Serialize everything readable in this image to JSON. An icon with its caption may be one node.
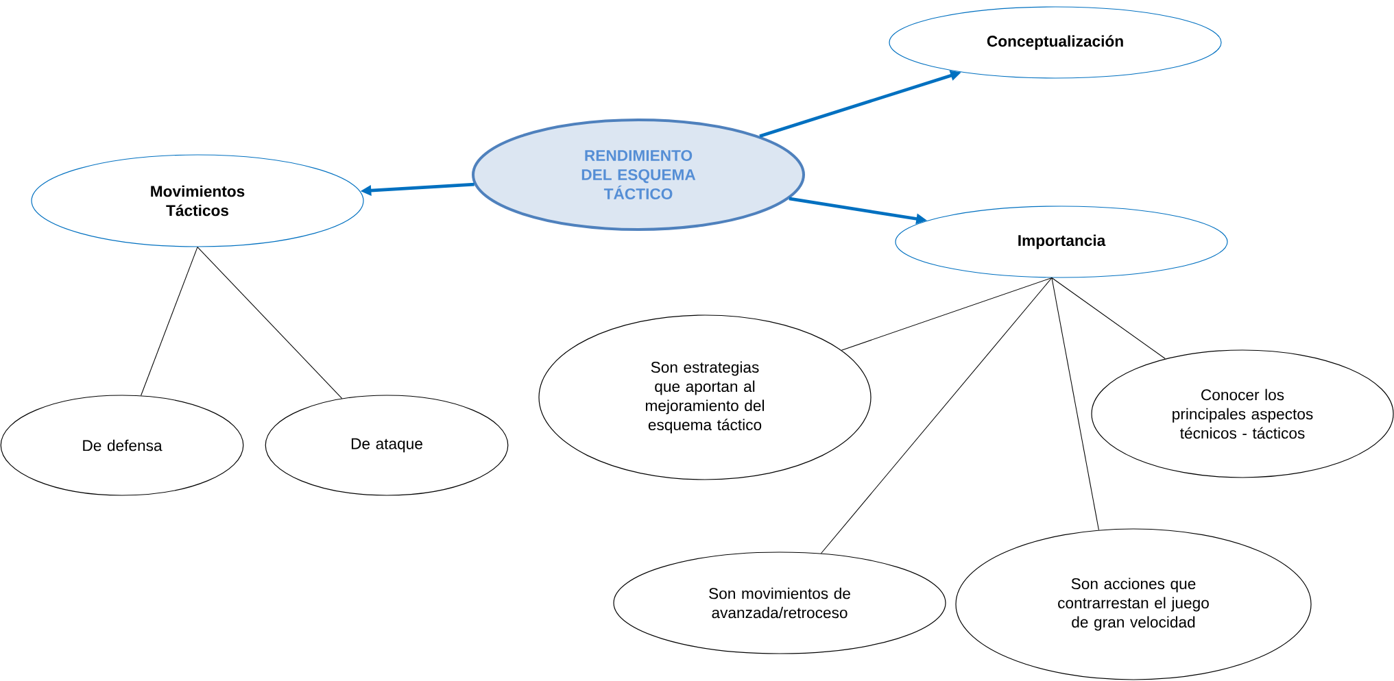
{
  "diagram": {
    "nodes": [
      {
        "text": [
          "RENDIMIENTO DEL ESQUEMA TÁCTICO"
        ]
      },
      {
        "text": [
          "Conceptualización"
        ]
      },
      {
        "text": [
          "Movimientos Tácticos"
        ]
      },
      {
        "text": [
          "Importancia"
        ]
      },
      {
        "text": [
          "De defensa"
        ]
      },
      {
        "text": [
          "De ataque"
        ]
      },
      {
        "text": [
          "Son estrategias que aportan al mejoramiento del esquema táctico"
        ]
      },
      {
        "text": [
          "Conocer los principales aspectos técnicos - tácticos"
        ]
      },
      {
        "text": [
          "Son movimientos de avanzada/retroceso"
        ]
      },
      {
        "text": [
          "Son acciones que contrarrestan el juego de gran velocidad"
        ]
      }
    ],
    "edges": [
      {
        "from": 0,
        "to": 1,
        "arrow": "to",
        "style": "thick",
        "color": "#0070c0"
      },
      {
        "from": 0,
        "to": 2,
        "arrow": "to",
        "style": "thick",
        "color": "#0070c0"
      },
      {
        "from": 0,
        "to": 3,
        "arrow": "to",
        "style": "thick",
        "color": "#0070c0"
      },
      {
        "from": 2,
        "to": 4,
        "arrow": "none"
      },
      {
        "from": 2,
        "to": 5,
        "arrow": "none"
      },
      {
        "from": 3,
        "to": 6,
        "arrow": "none"
      },
      {
        "from": 3,
        "to": 7,
        "arrow": "none"
      },
      {
        "from": 3,
        "to": 8,
        "arrow": "none"
      },
      {
        "from": 3,
        "to": 9,
        "arrow": "none"
      }
    ]
  }
}
